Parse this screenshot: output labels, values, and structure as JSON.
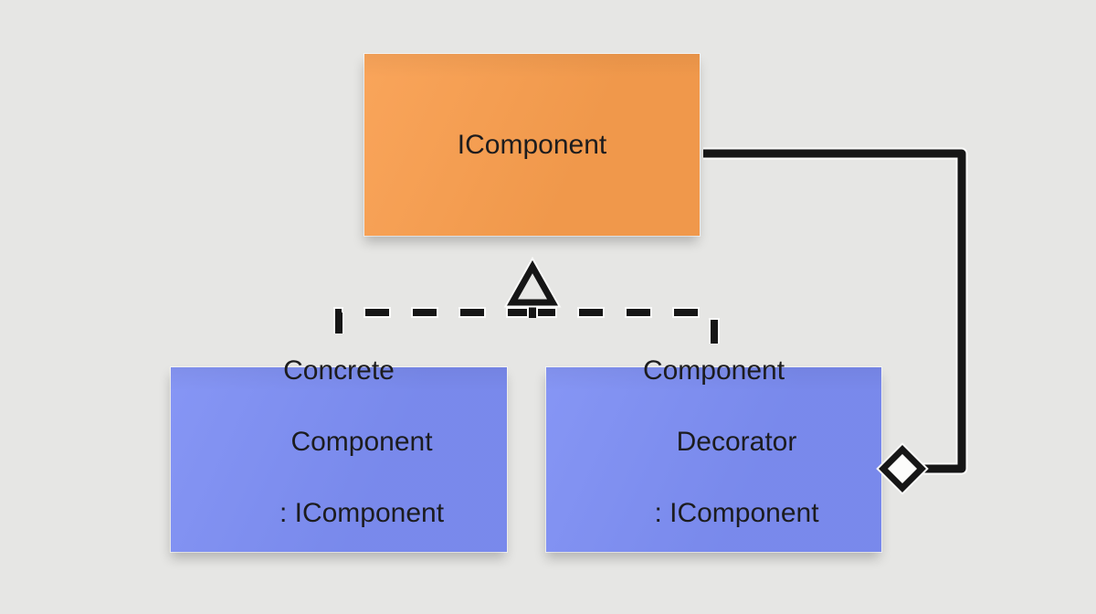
{
  "canvas": {
    "background_color": "#e6e6e4",
    "line_color": "#161616"
  },
  "nodes": {
    "icomponent": {
      "label": "IComponent",
      "fill_color": "#f99e4e",
      "text_color": "#1c1c1e"
    },
    "concrete_component": {
      "line1": "Concrete",
      "line2": "Component",
      "line3": ": IComponent",
      "fill_color": "#7d8ef4",
      "text_color": "#1c1c1e"
    },
    "component_decorator": {
      "line1": "Component",
      "line2": "Decorator",
      "line3": ": IComponent",
      "fill_color": "#7d8ef4",
      "text_color": "#1c1c1e"
    }
  },
  "connectors": {
    "realization": {
      "line_style": "dashed",
      "arrowhead": "hollow-triangle",
      "color": "#161616"
    },
    "aggregation": {
      "line_style": "solid",
      "arrowhead": "hollow-diamond",
      "color": "#161616"
    }
  }
}
